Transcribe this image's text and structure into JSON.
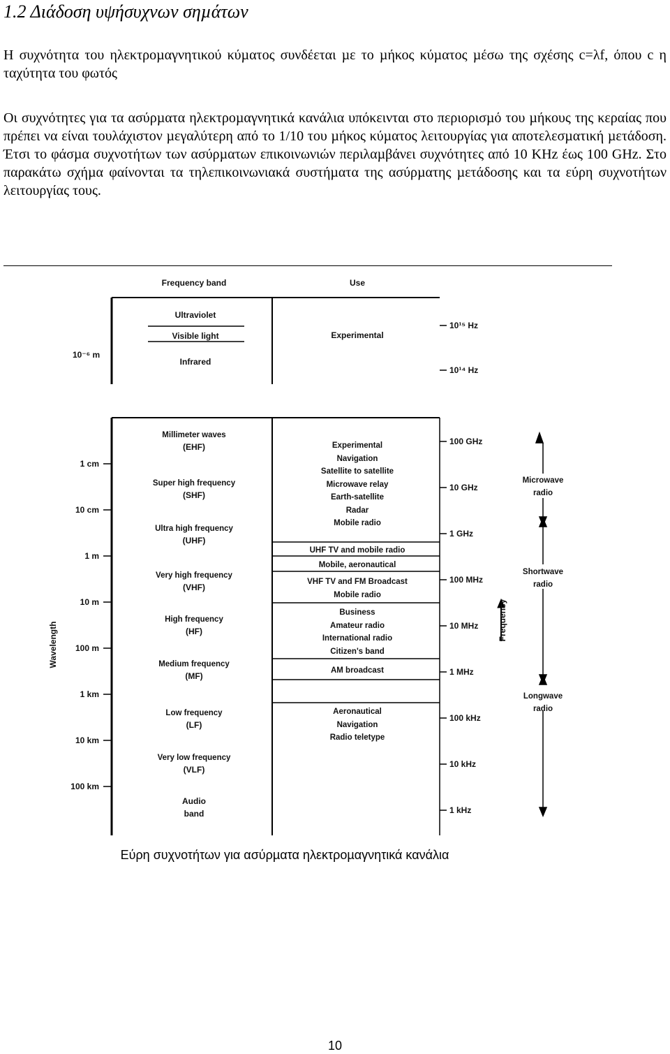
{
  "document": {
    "heading": "1.2 Διάδοση υψήσυχνων σηµάτων",
    "paragraph1": "Η συχνότητα του ηλεκτροµαγνητικού κύµατος συνδέεται µε το µήκος κύµατος µέσω της σχέσης c=λf, όπου c η ταχύτητα του φωτός",
    "paragraph2": "Οι συχνότητες για τα ασύρµατα ηλεκτροµαγνητικά κανάλια υπόκεινται στο περιορισµό του µήκους της κεραίας που πρέπει να είναι τουλάχιστον µεγαλύτερη από το 1/10 του µήκος κύµατος λειτουργίας για αποτελεσµατική µετάδοση. Έτσι το φάσµα συχνοτήτων των ασύρµατων επικοινωνιών περιλαµβάνει συχνότητες από 10 KHz έως 100 GHz. Στο παρακάτω σχήµα φαίνονται τα τηλεπικοινωνιακά συστήµατα της ασύρµατης µετάδοσης και τα εύρη συχνοτήτων λειτουργίας τους.",
    "caption": "Εύρη συχνοτήτων για ασύρµατα ηλεκτροµαγνητικά κανάλια",
    "page_number": "10"
  },
  "figure": {
    "header_band": "Frequency band",
    "header_use": "Use",
    "top": {
      "bands": [
        "Ultraviolet",
        "Visible light",
        "Infrared"
      ],
      "use": "Experimental",
      "wavelength": "10⁻⁶ m",
      "freqs": [
        "10¹⁵ Hz",
        "10¹⁴ Hz"
      ]
    },
    "bands": [
      [
        "Millimeter waves",
        "(EHF)"
      ],
      [
        "Super high frequency",
        "(SHF)"
      ],
      [
        "Ultra high frequency",
        "(UHF)"
      ],
      [
        "Very high frequency",
        "(VHF)"
      ],
      [
        "High frequency",
        "(HF)"
      ],
      [
        "Medium frequency",
        "(MF)"
      ],
      [
        "Low frequency",
        "(LF)"
      ],
      [
        "Very low frequency",
        "(VLF)"
      ],
      [
        "Audio",
        "band"
      ]
    ],
    "wavelengths": [
      "1 cm",
      "10 cm",
      "1 m",
      "10 m",
      "100 m",
      "1 km",
      "10 km",
      "100 km"
    ],
    "frequencies": [
      "100 GHz",
      "10 GHz",
      "1 GHz",
      "100 MHz",
      "10 MHz",
      "1 MHz",
      "100 kHz",
      "10 kHz",
      "1 kHz"
    ],
    "uses": {
      "microwave_group": [
        "Experimental",
        "Navigation",
        "Satellite to satellite",
        "Microwave relay",
        "Earth-satellite",
        "Radar",
        "Mobile radio"
      ],
      "uhf_tv": "UHF TV and mobile radio",
      "mobile_aero": "Mobile, aeronautical",
      "vhf_group": [
        "VHF TV and FM Broadcast",
        "Mobile radio"
      ],
      "hf_group": [
        "Business",
        "Amateur radio",
        "International radio",
        "Citizen's band"
      ],
      "am": "AM broadcast",
      "lf_group": [
        "Aeronautical",
        "Navigation",
        "Radio teletype"
      ]
    },
    "axis_wavelength": "Wavelength",
    "axis_frequency": "Frequency",
    "radio_classes": [
      [
        "Microwave",
        "radio"
      ],
      [
        "Shortwave",
        "radio"
      ],
      [
        "Longwave",
        "radio"
      ]
    ]
  }
}
